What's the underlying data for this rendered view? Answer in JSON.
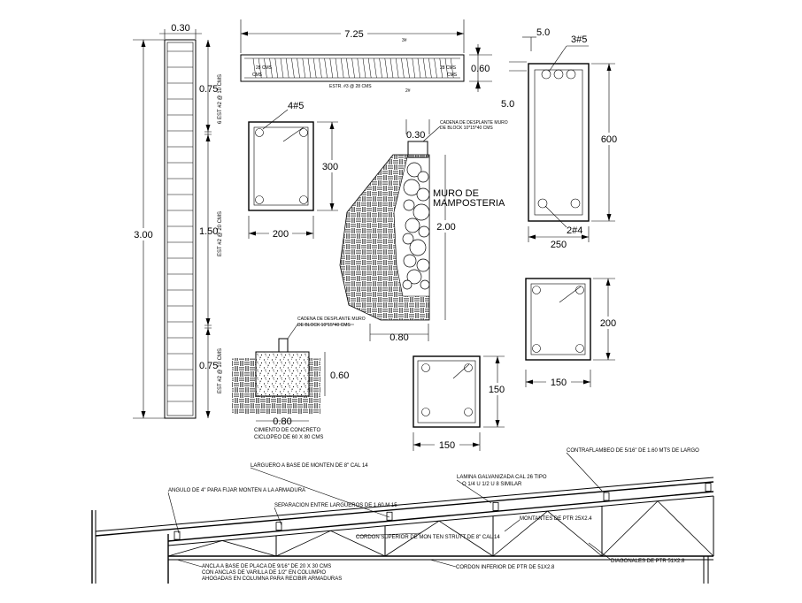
{
  "column_elevation": {
    "width_dim": "0.30",
    "height_dim": "3.00",
    "seg_top_dim": "0.75",
    "seg_mid_dim": "1.50",
    "seg_bot_dim": "0.75",
    "stirrup_top": "6 EST #2 @ 10 CMS",
    "stirrup_mid": "EST #2 @ 20 CMS",
    "stirrup_bot": "EST #2 @ 10 CMS"
  },
  "beam_elevation": {
    "length_dim": "7.25",
    "height_dim": "0.60",
    "bar_top": "3#",
    "bar_bottom": "2#",
    "spacing_left": "28 CMS",
    "spacing_right": "28 CMS",
    "cms_left": "CMS",
    "cms_right": "CMS",
    "stirrup_note": "ESTR. #3 @ 28 CMS"
  },
  "beam_section": {
    "top_dim": "5.0",
    "side_dim": "5.0",
    "bars_top": "3#5",
    "bars_bottom": "2#4",
    "height_dim": "600",
    "width_dim": "250"
  },
  "column_section_300": {
    "bars": "4#5",
    "height_dim": "300",
    "width_dim": "200"
  },
  "column_section_200": {
    "height_dim": "200",
    "width_dim": "150"
  },
  "column_section_150": {
    "height_dim": "150",
    "width_dim": "150"
  },
  "masonry_wall": {
    "note_top_1": "CADENA DE DESPLANTE MURO",
    "note_top_2": "DE BLOCK 10*15*40 CMS",
    "top_dim": "0.30",
    "title_1": "MURO DE",
    "title_2": "MAMPOSTERIA",
    "height_dim": "2.00",
    "base_dim": "0.80"
  },
  "footing": {
    "note_1": "CADENA DE DESPLANTE MURO",
    "note_2": "DE BLOCK 10*15*40 CMS",
    "height_dim": "0.60",
    "width_dim": "0.80",
    "caption_1": "CIMIENTO DE CONCRETO",
    "caption_2": "CICLOPEO DE 60 X 80 CMS"
  },
  "truss": {
    "contraflambeo": "CONTRAFLAMBEO DE 5/16\" DE 1.60 MTS DE LARGO",
    "larguero": "LARGUERO A BASE DE MONTEN DE 8\" CAL 14",
    "lamina_1": "LAMINA GALVANIZADA CAL 26 TIPO",
    "lamina_2": "O 1/4 U 1/2 U 8 SIMILAR",
    "angulo": "ANGULO DE 4\" PARA FIJAR MONTEN A LA ARMADURA",
    "separacion": "SEPARACION ENTRE LARGUEROS DE 1.60 M 15",
    "montantes": "MONTANTES DE PTR 25X2.4",
    "cordon_sup": "CORDON SUPERIOR DE MON TEN STRUTT DE 8\" CAL 14",
    "diagonales": "DIAGONALES DE PTR 51X2.8",
    "cordon_inf": "CORDON INFERIOR DE PTR DE 51X2.8",
    "ancla_1": "ANCLA A BASE DE PLACA DE 9/16\" DE 20 X 30 CMS",
    "ancla_2": "CON ANCLAS DE VARILLA DE 1/2\" EN COLUMPIO",
    "ancla_3": "AHOGADAS EN COLUMNA PARA RECIBIR ARMADURAS"
  }
}
